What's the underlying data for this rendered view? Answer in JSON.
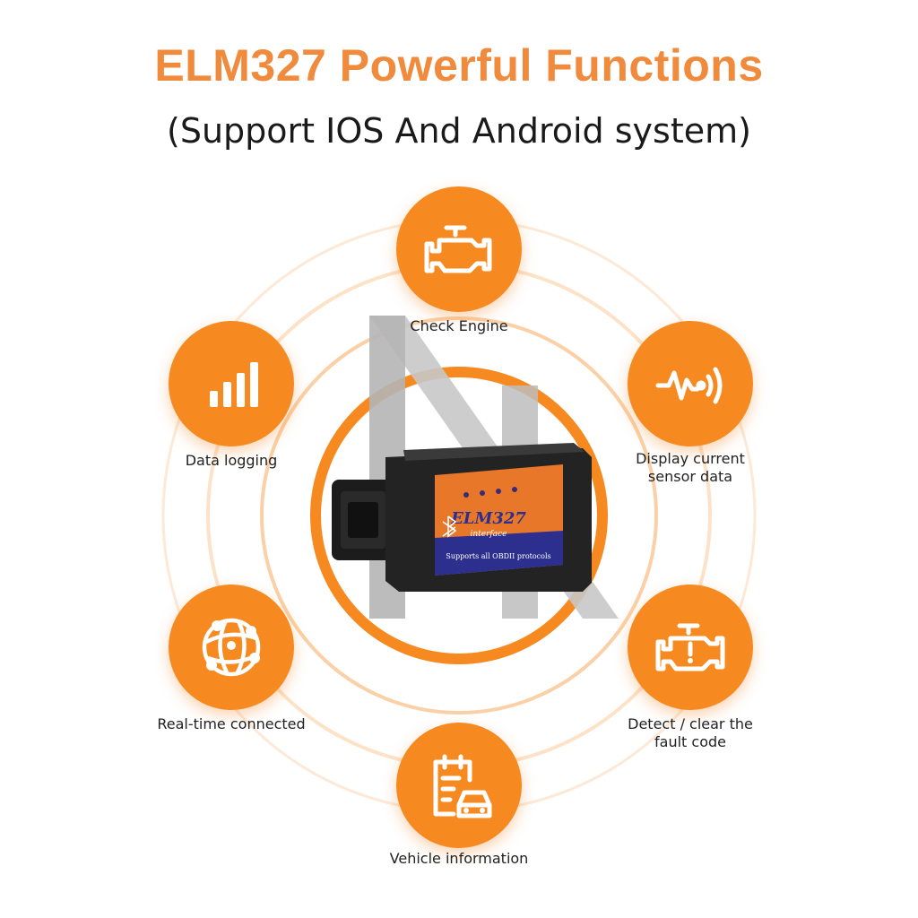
{
  "header": {
    "title": "ELM327 Powerful Functions",
    "subtitle": "(Support IOS And Android system)"
  },
  "colors": {
    "accent": "#f6891f",
    "title": "#f08a3c",
    "ring": "#fbd9b8"
  },
  "device": {
    "brand": "ELM327",
    "model_line": "interface",
    "tagline": "Supports all OBDII protocols"
  },
  "features": [
    {
      "id": "check-engine",
      "label": "Check Engine",
      "icon": "engine-icon"
    },
    {
      "id": "sensor-data",
      "label": "Display current\nsensor data",
      "icon": "pulse-signal-icon"
    },
    {
      "id": "fault-code",
      "label": "Detect / clear the\nfault code",
      "icon": "engine-warning-icon"
    },
    {
      "id": "vehicle-info",
      "label": "Vehicle information",
      "icon": "clipboard-car-icon"
    },
    {
      "id": "realtime",
      "label": "Real-time connected",
      "icon": "network-globe-icon"
    },
    {
      "id": "data-logging",
      "label": "Data logging",
      "icon": "bar-chart-icon"
    }
  ]
}
